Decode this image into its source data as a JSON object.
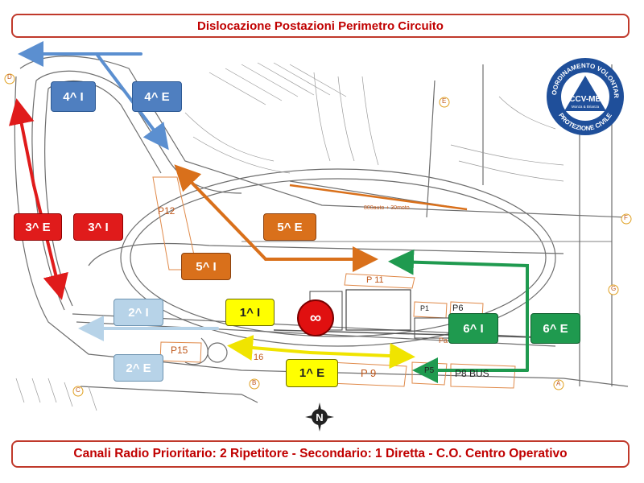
{
  "title": "Dislocazione Postazioni Perimetro Circuito",
  "footer": "Canali Radio  Prioritario: 2 Ripetitore  -  Secondario: 1  Diretta  - C.O. Centro Operativo",
  "logo": {
    "top_text": "COORDINAMENTO VOLONTARI",
    "center": "CCV-MB",
    "subtitle": "Monza & Brianza",
    "bottom_text": "PROTEZIONE CIVILE"
  },
  "positions": {
    "p4i": "4^ I",
    "p4e": "4^ E",
    "p3e": "3^ E",
    "p3i": "3^ I",
    "p5e": "5^ E",
    "p5i": "5^ I",
    "p2i": "2^ I",
    "p2e": "2^ E",
    "p1i": "1^ I",
    "p1e": "1^ E",
    "p6i": "6^ I",
    "p6e": "6^ E"
  },
  "co_badge": "∞",
  "compass_letter": "N",
  "map_labels": {
    "p12": "P12",
    "p15": "P15",
    "p9": "P 9",
    "p8bus": "P8 BUS",
    "p6": "P6",
    "p1": "P1",
    "p11": "P 11",
    "p16": "16",
    "pa": "Pa",
    "p5": "P5",
    "moto": "800auto + 30moto",
    "point_a": "A",
    "point_b": "B",
    "point_c": "C",
    "point_d": "D",
    "point_e": "E",
    "point_f": "F",
    "point_g": "G"
  },
  "colors": {
    "blue": "#4f7fc0",
    "red": "#e01b1b",
    "orange": "#d9701b",
    "lightblue": "#b7d3e8",
    "yellow": "#ffff00",
    "green": "#1f9a4f"
  }
}
